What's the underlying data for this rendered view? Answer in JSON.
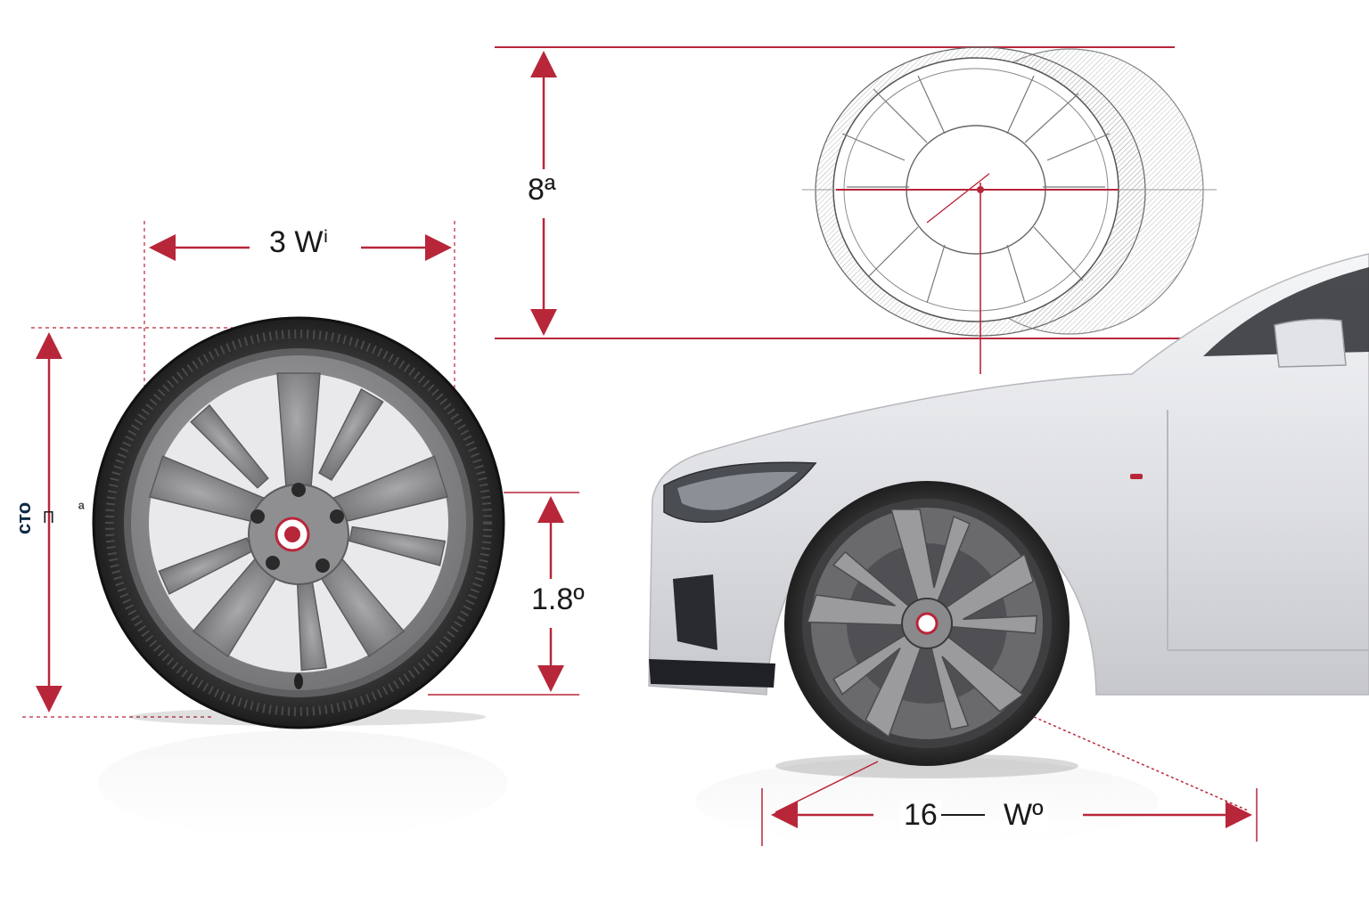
{
  "labels": {
    "top_wheel_height": "8ª",
    "wheel_width": "3 Wⁱ",
    "tire_section": "1.8º",
    "car_wheel_width_num": "16",
    "car_wheel_width_unit": "Wº",
    "left_vertical": "сто",
    "left_vertical_b": "Π",
    "left_small_mark": "ª"
  },
  "colors": {
    "dimension_line": "#b8263a",
    "tire": "#2c2c2c",
    "rim": "#8a8a8c",
    "car_body": "#e6e7ea",
    "text": "#1a1a1a"
  },
  "icons": [
    "wheel-icon",
    "car-icon",
    "arrow-icon"
  ]
}
